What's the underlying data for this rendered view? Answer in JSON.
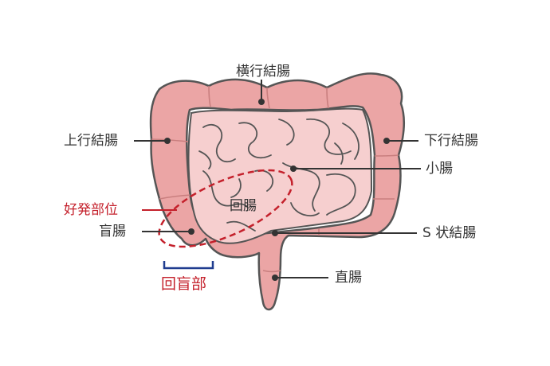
{
  "labels": {
    "transverse_colon": "横行結腸",
    "ascending_colon": "上行結腸",
    "descending_colon": "下行結腸",
    "small_intestine": "小腸",
    "ileum": "回腸",
    "predilection_site": "好発部位",
    "cecum": "盲腸",
    "sigmoid_colon": "S 状結腸",
    "rectum": "直腸",
    "ileocecal_region": "回盲部"
  },
  "colors": {
    "colon_fill": "#eba5a5",
    "colon_outline": "#555555",
    "small_intestine_fill": "#f6cfcf",
    "highlight_red": "#c4202b",
    "bracket_blue": "#1f3c8f",
    "text": "#333333"
  }
}
